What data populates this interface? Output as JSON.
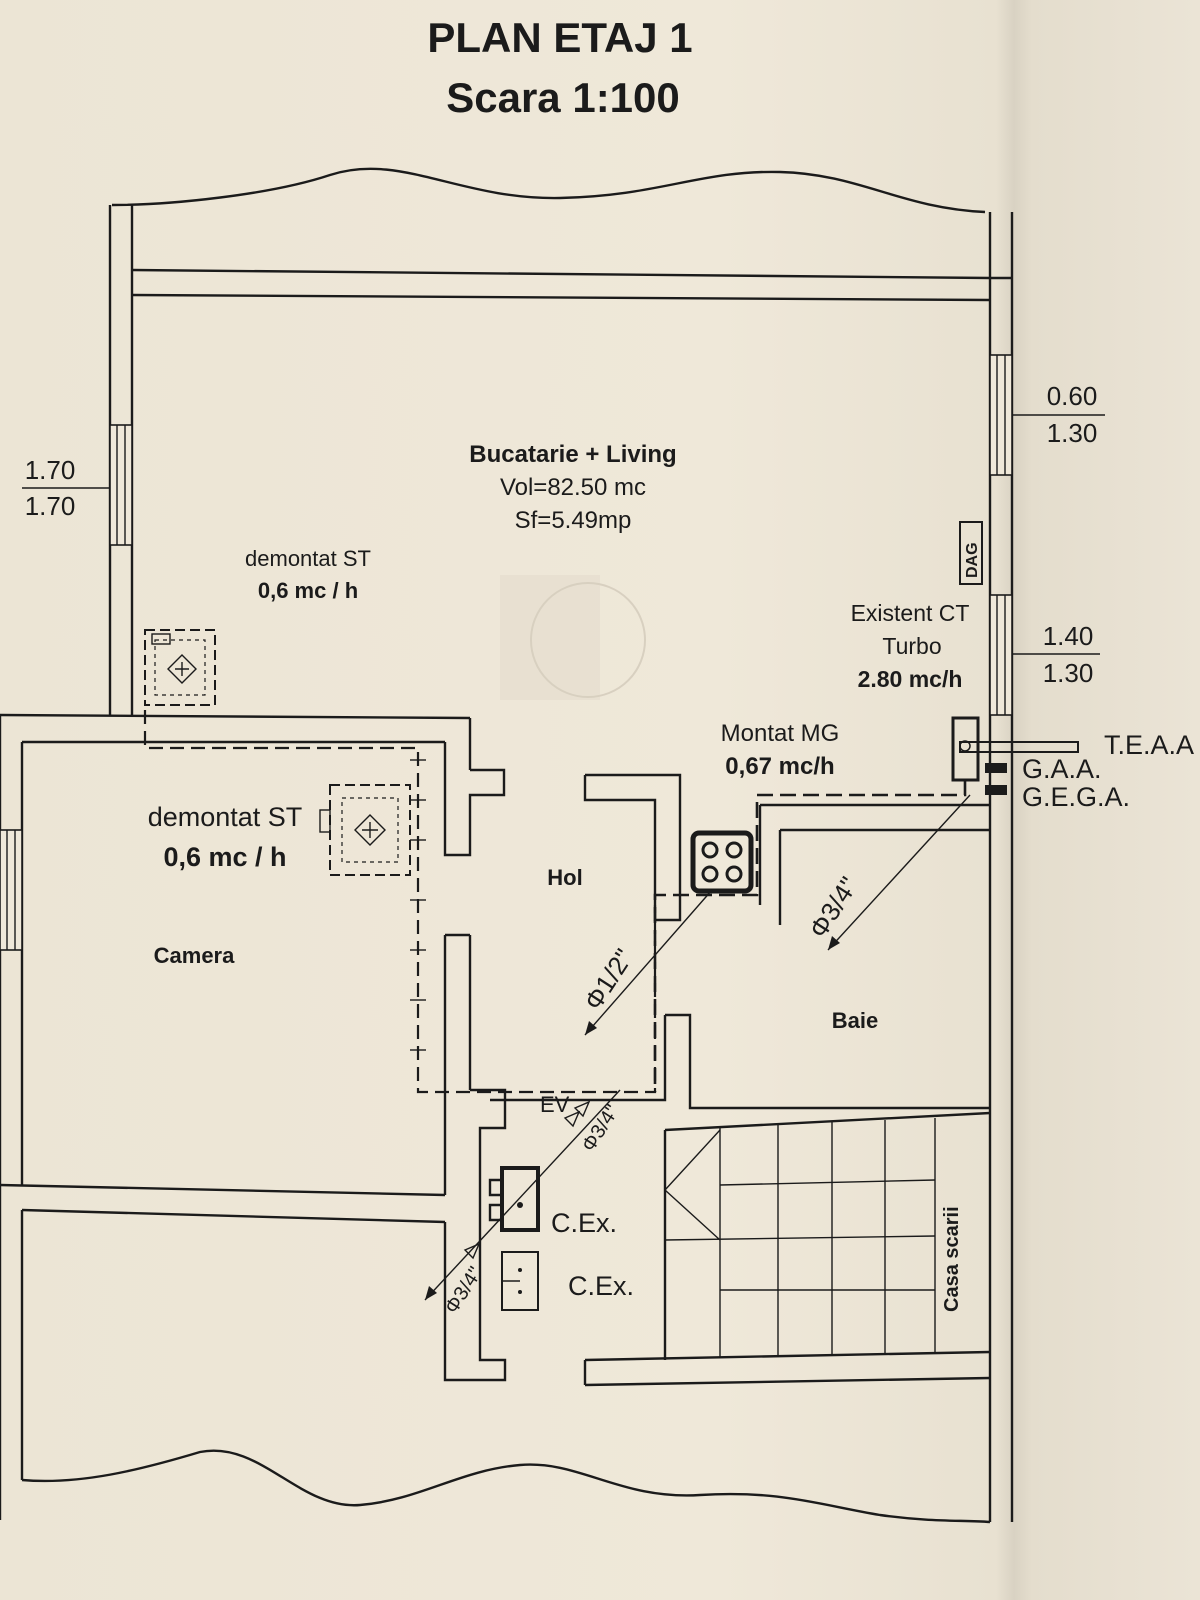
{
  "title": {
    "line1": "PLAN ETAJ 1",
    "line2": "Scara 1:100"
  },
  "rooms": {
    "living": {
      "name": "Bucatarie + Living",
      "vol": "Vol=82.50 mc",
      "sf": "Sf=5.49mp"
    },
    "camera": {
      "name": "Camera"
    },
    "hol": {
      "name": "Hol"
    },
    "baie": {
      "name": "Baie"
    },
    "stairs": {
      "name": "Casa scarii"
    }
  },
  "appliances": {
    "stove_living": {
      "label": "demontat ST",
      "flow": "0,6 mc / h"
    },
    "stove_camera": {
      "label": "demontat ST",
      "flow": "0,6 mc / h"
    },
    "boiler": {
      "label1": "Existent CT",
      "label2": "Turbo",
      "flow": "2.80 mc/h"
    },
    "cooker": {
      "label": "Montat  MG",
      "flow": "0,67 mc/h"
    },
    "dag": "DAG"
  },
  "windows": {
    "left": {
      "top": "1.70",
      "bottom": "1.70"
    },
    "right_top": {
      "top": "0.60",
      "bottom": "1.30"
    },
    "right_mid": {
      "top": "1.40",
      "bottom": "1.30"
    }
  },
  "vents": {
    "teaa": "T.E.A.A",
    "gaa": "G.A.A.",
    "gega": "G.E.G.A."
  },
  "pipes": {
    "half_inch": "Φ1/2\"",
    "three_quarter_baie": "Φ3/4\"",
    "three_quarter_ev": "Φ3/4\"",
    "three_quarter_low": "Φ3/4\"",
    "ev": "EV"
  },
  "meters": {
    "cex1": "C.Ex.",
    "cex2": "C.Ex."
  }
}
